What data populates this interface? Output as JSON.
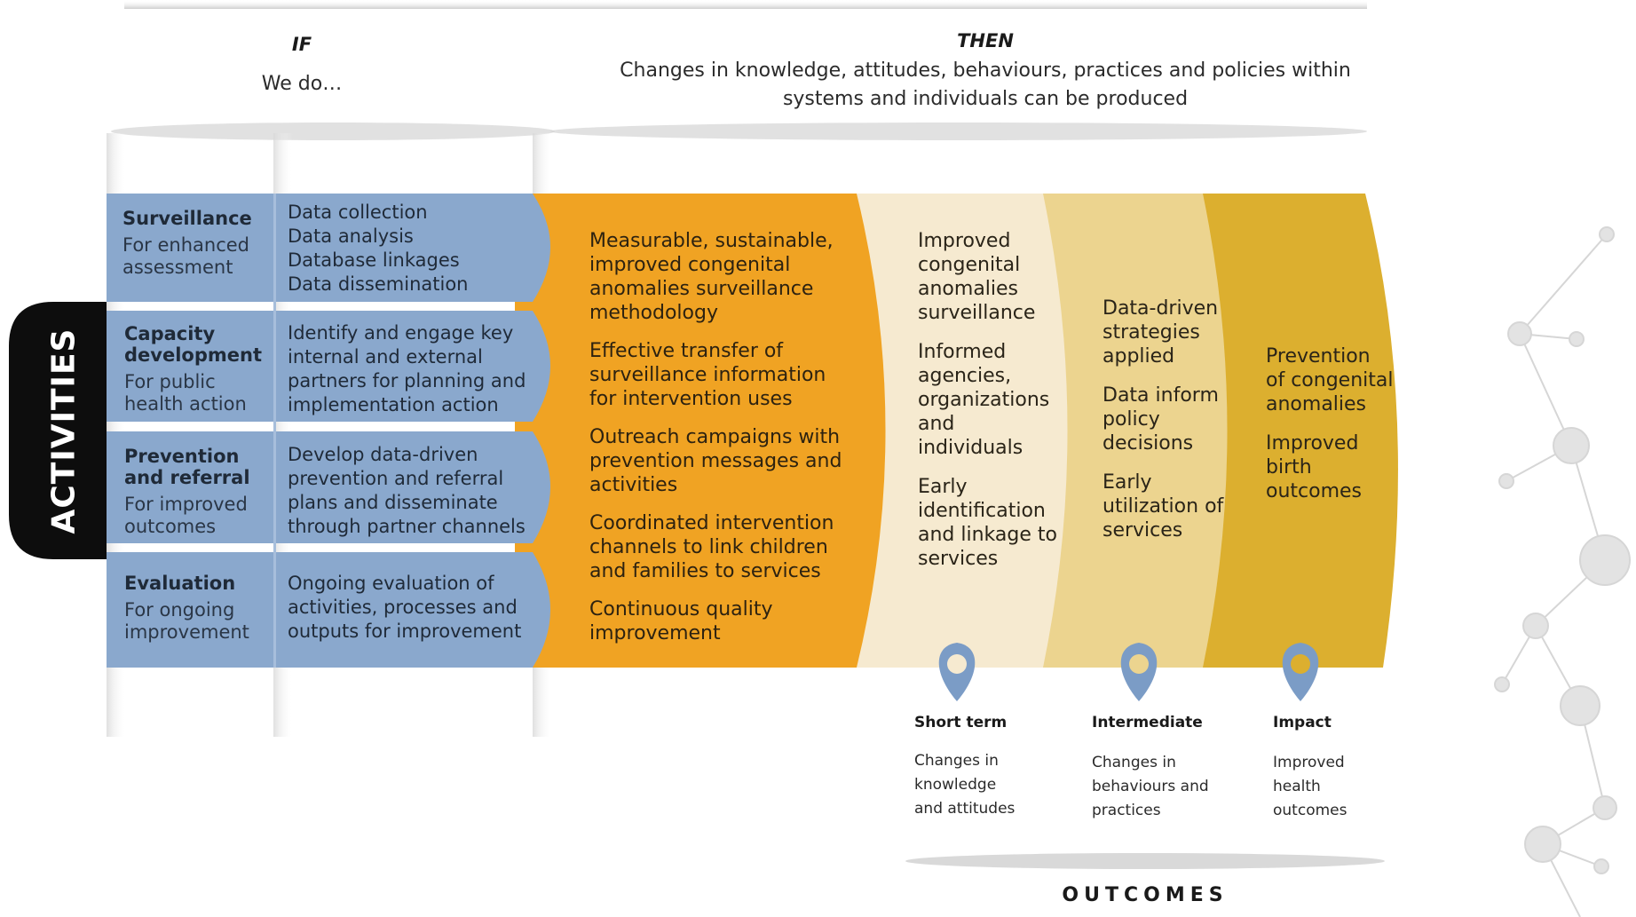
{
  "header": {
    "if_label": "IF",
    "if_desc": "We do…",
    "then_label": "THEN",
    "then_desc_line1": "Changes in knowledge, attitudes, behaviours, practices and policies within",
    "then_desc_line2": "systems and individuals can be produced"
  },
  "activities_label": "ACTIVITIES",
  "activities": [
    {
      "title": "Surveillance",
      "subtitle_lines": [
        "For enhanced",
        "assessment"
      ],
      "detail_lines": [
        "Data collection",
        "Data analysis",
        "Database linkages",
        "Data dissemination"
      ]
    },
    {
      "title_lines": [
        "Capacity",
        "development"
      ],
      "subtitle_lines": [
        "For public",
        "health action"
      ],
      "detail_lines": [
        "Identify and engage key",
        "internal and external",
        "partners for planning and",
        "implementation action"
      ]
    },
    {
      "title_lines": [
        "Prevention",
        "and referral"
      ],
      "subtitle_lines": [
        "For improved",
        "outcomes"
      ],
      "detail_lines": [
        "Develop data-driven",
        "prevention and referral",
        "plans and disseminate",
        "through partner channels"
      ]
    },
    {
      "title": "Evaluation",
      "subtitle_lines": [
        "For ongoing",
        "improvement"
      ],
      "detail_lines": [
        "Ongoing evaluation of",
        "activities, processes and",
        "outputs for improvement"
      ]
    }
  ],
  "outputs": [
    [
      "Measurable, sustainable,",
      "improved congenital",
      "anomalies surveillance",
      "methodology"
    ],
    [
      "Effective transfer of",
      "surveillance information",
      "for intervention uses"
    ],
    [
      "Outreach campaigns with",
      "prevention messages and",
      "activities"
    ],
    [
      "Coordinated intervention",
      "channels to link children",
      "and families to services"
    ],
    [
      "Continuous quality",
      "improvement"
    ]
  ],
  "short_term": [
    [
      "Improved",
      "congenital",
      "anomalies",
      "surveillance"
    ],
    [
      "Informed",
      "agencies,",
      "organizations",
      "and",
      "individuals"
    ],
    [
      "Early",
      "identification",
      "and linkage to",
      "services"
    ]
  ],
  "intermediate": [
    [
      "Data-driven",
      "strategies",
      "applied"
    ],
    [
      "Data inform",
      "policy",
      "decisions"
    ],
    [
      "Early",
      "utilization of",
      "services"
    ]
  ],
  "impact": [
    [
      "Prevention",
      "of congenital",
      "anomalies"
    ],
    [
      "Improved",
      "birth",
      "outcomes"
    ]
  ],
  "outcome_markers": [
    {
      "title": "Short term",
      "desc_lines": [
        "Changes in",
        "knowledge",
        "and attitudes"
      ]
    },
    {
      "title": "Intermediate",
      "desc_lines": [
        "Changes in",
        "behaviours and",
        "practices"
      ]
    },
    {
      "title": "Impact",
      "desc_lines": [
        "Improved",
        "health",
        "outcomes"
      ]
    }
  ],
  "outcomes_label": "OUTCOMES",
  "colors": {
    "activity_blue": "#8aa8cd",
    "orange": "#f0a323",
    "cream": "#f6ead0",
    "tan": "#ecd48f",
    "gold": "#dcaf2f",
    "pin_blue": "#7b9cc6",
    "tab_black": "#0d0d0d"
  }
}
